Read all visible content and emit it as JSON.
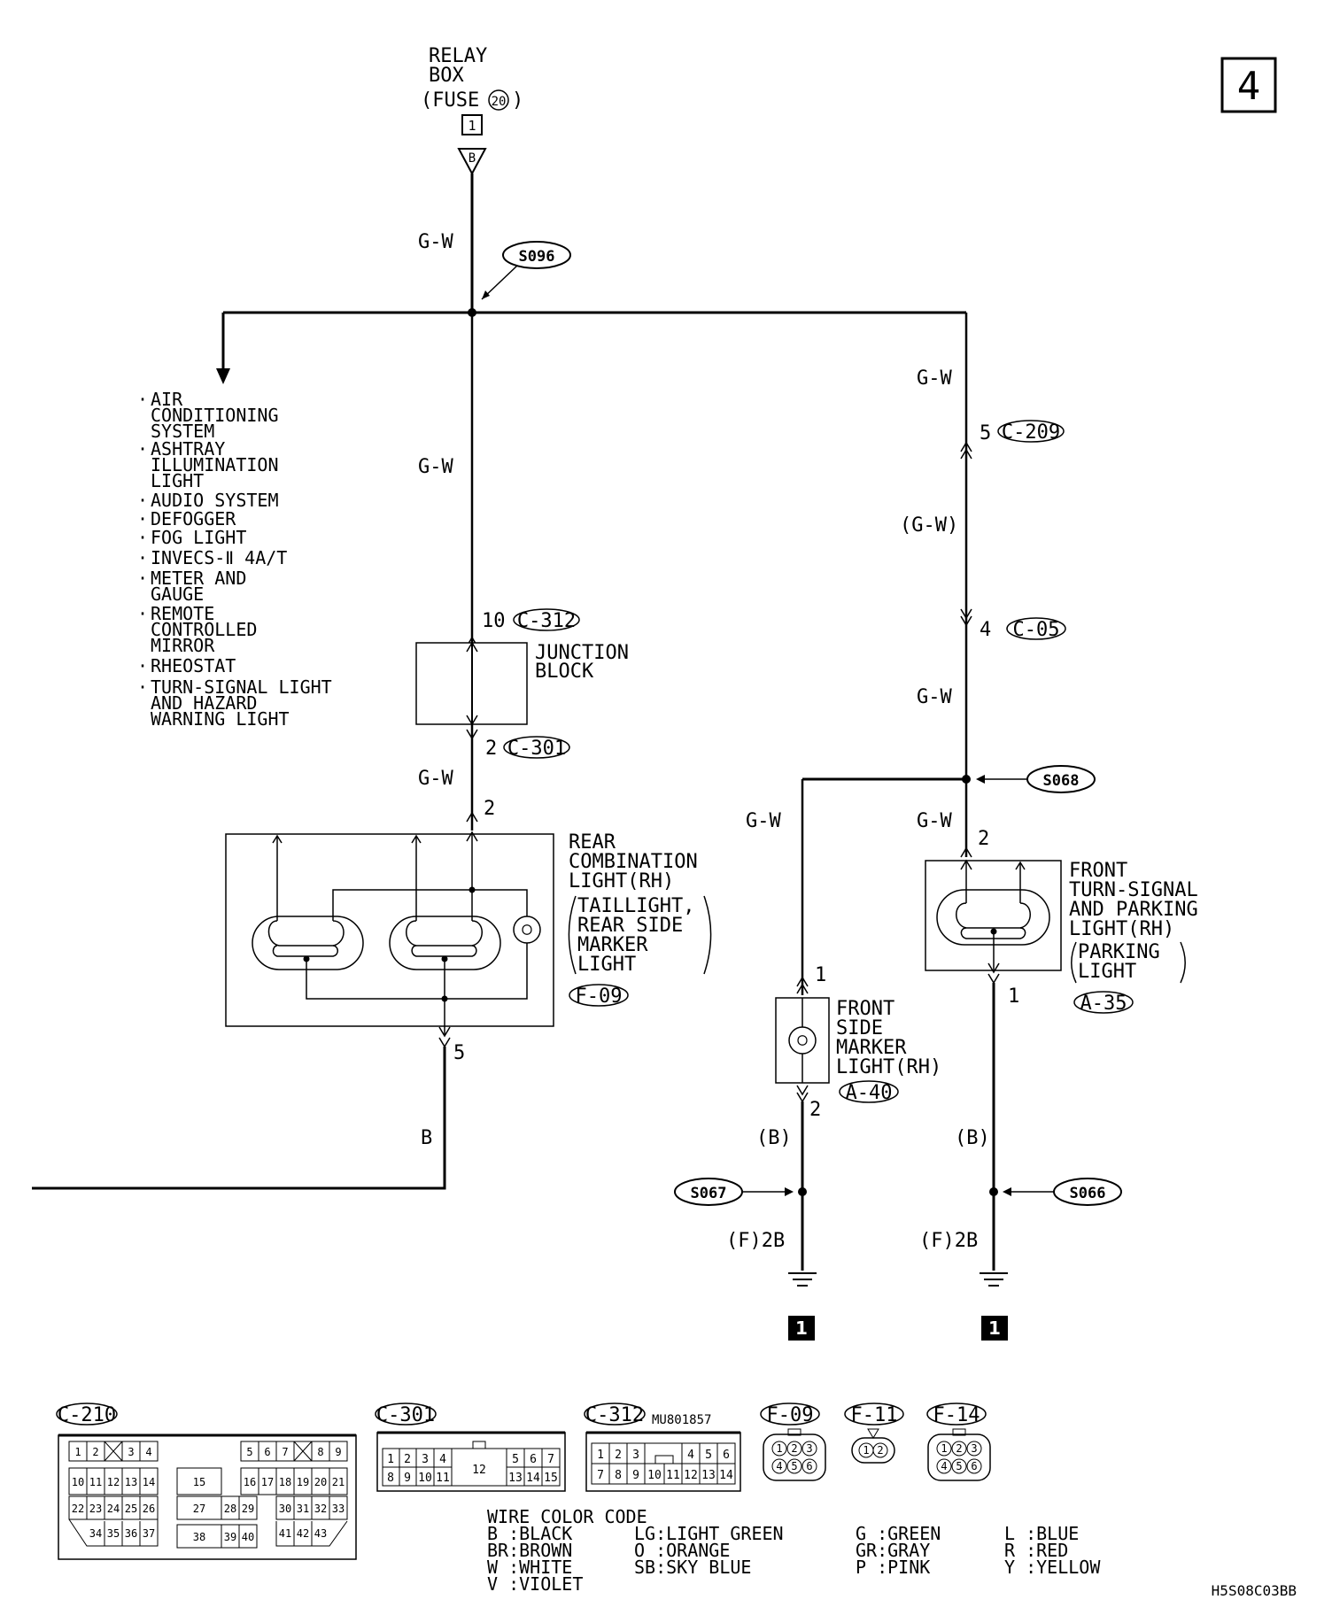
{
  "page_number": "4",
  "relay_box": {
    "line1": "RELAY",
    "line2": "BOX",
    "line3": "(FUSE",
    "fuse_no": "20",
    "line3_end": ")",
    "terminal": "1",
    "wire_code": "B"
  },
  "splices": {
    "s096": "S096",
    "s068": "S068",
    "s067": "S067",
    "s066": "S066"
  },
  "wires": {
    "gw": "G-W",
    "gw_paren": "(G-W)",
    "b": "B",
    "b_paren": "(B)",
    "ground_code": "(F)2B"
  },
  "systems": [
    [
      "AIR",
      "CONDITIONING",
      "SYSTEM"
    ],
    [
      "ASHTRAY",
      "ILLUMINATION",
      "LIGHT"
    ],
    [
      "AUDIO SYSTEM"
    ],
    [
      "DEFOGGER"
    ],
    [
      "FOG LIGHT"
    ],
    [
      "INVECS-Ⅱ 4A/T"
    ],
    [
      "METER AND",
      "GAUGE"
    ],
    [
      "REMOTE",
      "CONTROLLED",
      "MIRROR"
    ],
    [
      "RHEOSTAT"
    ],
    [
      "TURN-SIGNAL LIGHT",
      "AND HAZARD",
      "WARNING LIGHT"
    ]
  ],
  "pins": {
    "p10": "10",
    "p2": "2",
    "p5": "5",
    "p1": "1",
    "p4": "4"
  },
  "connectors": {
    "c312": "C-312",
    "c301": "C-301",
    "c209": "C-209",
    "c05": "C-05",
    "f09": "F-09",
    "a40": "A-40",
    "a35": "A-35",
    "c210": "C-210",
    "f11": "F-11",
    "f14": "F-14"
  },
  "junction_block": [
    "JUNCTION",
    "BLOCK"
  ],
  "rear_combo": [
    "REAR",
    "COMBINATION",
    "LIGHT(RH)"
  ],
  "rear_combo_sub": [
    "TAILLIGHT,",
    "REAR SIDE",
    "MARKER",
    "LIGHT"
  ],
  "front_side_marker": [
    "FRONT",
    "SIDE",
    "MARKER",
    "LIGHT(RH)"
  ],
  "front_turn": [
    "FRONT",
    "TURN-SIGNAL",
    "AND PARKING",
    "LIGHT(RH)"
  ],
  "front_turn_sub": [
    "PARKING",
    "LIGHT"
  ],
  "ground_ref": "1",
  "part_number": "MU801857",
  "c210_pins": {
    "row1a": [
      "1",
      "2",
      "",
      "3",
      "4"
    ],
    "row1b": [
      "5",
      "6",
      "7",
      "",
      "8",
      "9"
    ],
    "row2a": [
      "10",
      "11",
      "12",
      "13",
      "14"
    ],
    "mid2": "15",
    "row2b": [
      "16",
      "17",
      "18",
      "19",
      "20",
      "21"
    ],
    "row3a": [
      "22",
      "23",
      "24",
      "25",
      "26"
    ],
    "mid3": "27",
    "row3c": [
      "28",
      "29"
    ],
    "row3b": [
      "30",
      "31",
      "32",
      "33"
    ],
    "row4a": [
      "34",
      "35",
      "36",
      "37"
    ],
    "mid4": "38",
    "row4c": [
      "39",
      "40"
    ],
    "row4b": [
      "41",
      "42",
      "43"
    ]
  },
  "c301_pins": {
    "row1a": [
      "1",
      "2",
      "3",
      "4"
    ],
    "mid": "12",
    "row1b": [
      "5",
      "6",
      "7"
    ],
    "row2a": [
      "8",
      "9",
      "10",
      "11"
    ],
    "row2b": [
      "13",
      "14",
      "15"
    ]
  },
  "c312_pins": {
    "row1a": [
      "1",
      "2",
      "3"
    ],
    "row1b": [
      "4",
      "5",
      "6"
    ],
    "row2": [
      "7",
      "8",
      "9",
      "10",
      "11",
      "12",
      "13",
      "14"
    ]
  },
  "f09_pins": [
    "1",
    "2",
    "3",
    "4",
    "5",
    "6"
  ],
  "f11_pins": [
    "1",
    "2"
  ],
  "f14_pins": [
    "1",
    "2",
    "3",
    "4",
    "5",
    "6"
  ],
  "color_code_title": "WIRE COLOR CODE",
  "color_codes": [
    [
      "B :BLACK",
      "BR:BROWN",
      "W :WHITE",
      "V :VIOLET"
    ],
    [
      "LG:LIGHT GREEN",
      "O :ORANGE",
      "SB:SKY BLUE"
    ],
    [
      "G :GREEN",
      "GR:GRAY",
      "P :PINK"
    ],
    [
      "L :BLUE",
      "R :RED",
      "Y :YELLOW"
    ]
  ],
  "drawing_id": "H5S08C03BB"
}
